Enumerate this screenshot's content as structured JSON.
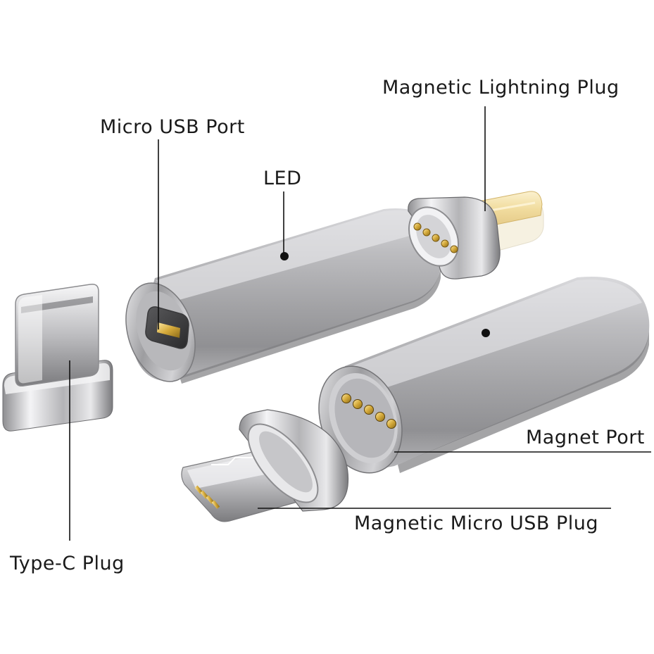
{
  "labels": {
    "magnetic_lightning_plug": "Magnetic Lightning Plug",
    "micro_usb_port": "Micro USB Port",
    "led": "LED",
    "magnet_port": "Magnet Port",
    "magnetic_micro_usb_plug": "Magnetic Micro USB Plug",
    "type_c_plug": "Type-C Plug"
  },
  "colors": {
    "background": "#ffffff",
    "aluminum_silver": "#a8a8ab",
    "gold_pins": "#d4a93a",
    "lightning_connector": "#f3e3b0",
    "callout_lines": "#111111"
  }
}
